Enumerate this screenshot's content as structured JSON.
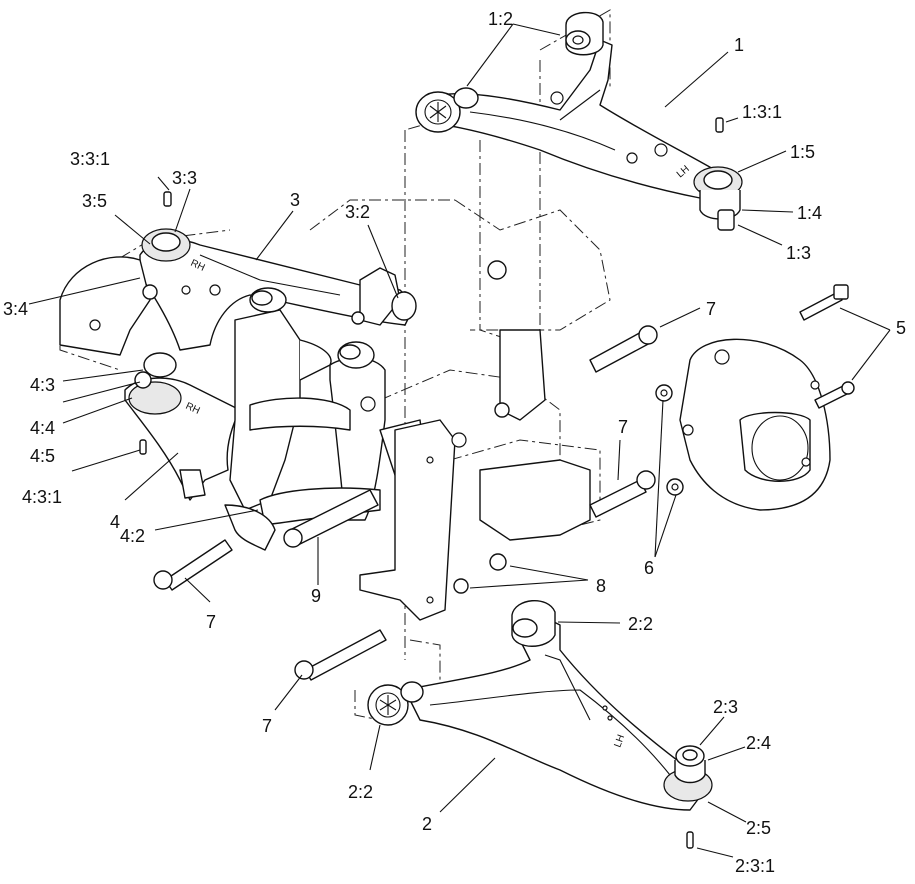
{
  "diagram": {
    "callouts": {
      "c_1_2": "1:2",
      "c_1": "1",
      "c_1_3_1": "1:3:1",
      "c_1_5": "1:5",
      "c_1_4": "1:4",
      "c_1_3": "1:3",
      "c_3_3_1": "3:3:1",
      "c_3_3": "3:3",
      "c_3_5": "3:5",
      "c_3": "3",
      "c_3_2": "3:2",
      "c_3_4": "3:4",
      "c_7a": "7",
      "c_5": "5",
      "c_4_3": "4:3",
      "c_4_4": "4:4",
      "c_4_5": "4:5",
      "c_4_3_1": "4:3:1",
      "c_4": "4",
      "c_7b": "7",
      "c_4_2": "4:2",
      "c_6": "6",
      "c_9": "9",
      "c_7c": "7",
      "c_8": "8",
      "c_2_2a": "2:2",
      "c_7d": "7",
      "c_2_3": "2:3",
      "c_2_4": "2:4",
      "c_2_2b": "2:2",
      "c_2": "2",
      "c_2_5": "2:5",
      "c_2_3_1": "2:3:1"
    },
    "stamps": {
      "lh_upper": "LH",
      "rh_upper": "RH",
      "rh_lower": "RH",
      "lh_lower": "LH"
    }
  }
}
